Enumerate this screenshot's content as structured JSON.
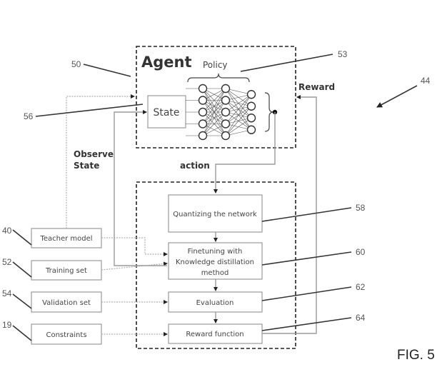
{
  "figure": {
    "label": "FIG. 5",
    "agent": {
      "title": "Agent",
      "policy_label": "Policy",
      "state_label": "State",
      "network_layers": [
        5,
        5,
        4
      ]
    },
    "flow_labels": {
      "observe_state": [
        "Observe",
        "State"
      ],
      "action": "action",
      "reward": "Reward"
    },
    "process_steps": [
      {
        "lines": [
          "Quantizing the network"
        ],
        "ref": "58"
      },
      {
        "lines": [
          "Finetuning with",
          "Knowledge distillation",
          "method"
        ],
        "ref": "60"
      },
      {
        "lines": [
          "Evaluation"
        ],
        "ref": "62"
      },
      {
        "lines": [
          "Reward function"
        ],
        "ref": "64"
      }
    ],
    "inputs": [
      {
        "label": "Teacher model",
        "ref": "40"
      },
      {
        "label": "Training set",
        "ref": "52"
      },
      {
        "label": "Validation set",
        "ref": "54"
      },
      {
        "label": "Constraints",
        "ref": "19"
      }
    ],
    "refs": {
      "agent_box": "50",
      "policy": "53",
      "state": "56",
      "system": "44"
    }
  }
}
